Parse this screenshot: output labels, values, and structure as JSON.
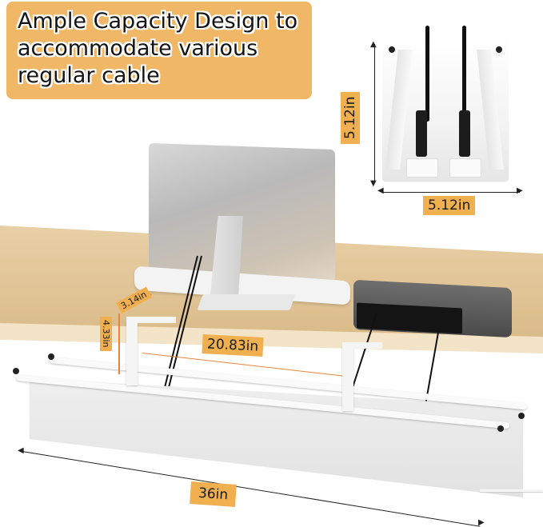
{
  "headline": {
    "line1": "Ample Capacity Design to",
    "line2": "accommodate various",
    "line3": "regular cable",
    "bg_color": "#efb766"
  },
  "dimensions": {
    "inset_height": "5.12in",
    "inset_width": "5.12in",
    "clamp_depth": "3.14in",
    "clamp_height": "4.33in",
    "clamp_spacing": "20.83in",
    "tray_length": "36in"
  },
  "colors": {
    "label_bg": "#f0b050",
    "dimension_arrow_orange": "#e6853a",
    "desk_wood": "#dfc293",
    "tray_white": "#eeeeee"
  },
  "scene": {
    "objects": [
      "monitor",
      "keyboard",
      "mini-pc",
      "under-desk cable tray",
      "clamp brackets",
      "cables"
    ]
  }
}
